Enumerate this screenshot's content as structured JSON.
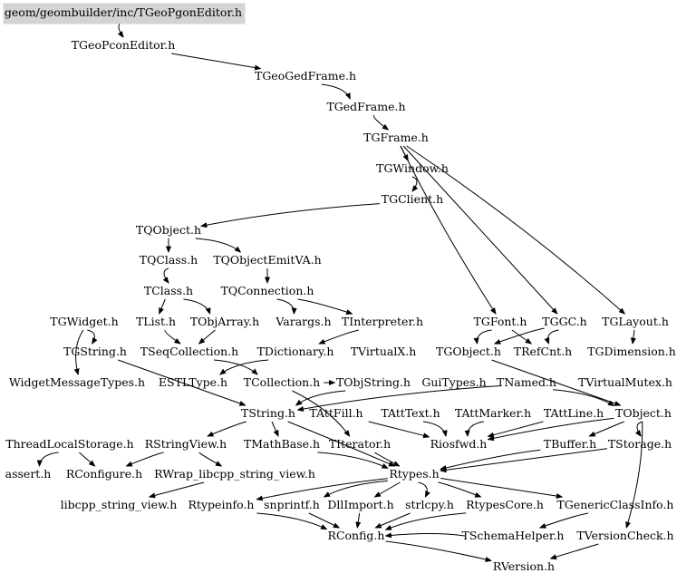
{
  "root_file": "geom/geombuilder/inc/TGeoPgonEditor.h",
  "nodes": {
    "root": "geom/geombuilder/inc/TGeoPgonEditor.h",
    "TGeoPconEditor": "TGeoPconEditor.h",
    "TGeoGedFrame": "TGeoGedFrame.h",
    "TGedFrame": "TGedFrame.h",
    "TGFrame": "TGFrame.h",
    "TGWindow": "TGWindow.h",
    "TGClient": "TGClient.h",
    "TQObject": "TQObject.h",
    "TQClass": "TQClass.h",
    "TQObjectEmitVA": "TQObjectEmitVA.h",
    "TClass": "TClass.h",
    "TQConnection": "TQConnection.h",
    "TGWidget": "TGWidget.h",
    "TList": "TList.h",
    "TObjArray": "TObjArray.h",
    "Varargs": "Varargs.h",
    "TInterpreter": "TInterpreter.h",
    "TGFont": "TGFont.h",
    "TGGC": "TGGC.h",
    "TGLayout": "TGLayout.h",
    "TGString": "TGString.h",
    "TSeqCollection": "TSeqCollection.h",
    "TDictionary": "TDictionary.h",
    "TVirtualX": "TVirtualX.h",
    "TGObject": "TGObject.h",
    "TRefCnt": "TRefCnt.h",
    "TGDimension": "TGDimension.h",
    "WidgetMessageTypes": "WidgetMessageTypes.h",
    "ESTLType": "ESTLType.h",
    "TCollection": "TCollection.h",
    "TObjString": "TObjString.h",
    "GuiTypes": "GuiTypes.h",
    "TNamed": "TNamed.h",
    "TVirtualMutex": "TVirtualMutex.h",
    "TString": "TString.h",
    "TAttFill": "TAttFill.h",
    "TAttText": "TAttText.h",
    "TAttMarker": "TAttMarker.h",
    "TAttLine": "TAttLine.h",
    "TObject": "TObject.h",
    "ThreadLocalStorage": "ThreadLocalStorage.h",
    "RStringView": "RStringView.h",
    "TMathBase": "TMathBase.h",
    "TIterator": "TIterator.h",
    "Riosfwd": "Riosfwd.h",
    "TBuffer": "TBuffer.h",
    "TStorage": "TStorage.h",
    "assert": "assert.h",
    "RConfigure": "RConfigure.h",
    "RWrap_libcpp_string_view": "RWrap_libcpp_string_view.h",
    "Rtypes": "Rtypes.h",
    "libcpp_string_view": "libcpp_string_view.h",
    "Rtypeinfo": "Rtypeinfo.h",
    "snprintf": "snprintf.h",
    "DllImport": "DllImport.h",
    "strlcpy": "strlcpy.h",
    "RtypesCore": "RtypesCore.h",
    "TGenericClassInfo": "TGenericClassInfo.h",
    "RConfig": "RConfig.h",
    "TSchemaHelper": "TSchemaHelper.h",
    "TVersionCheck": "TVersionCheck.h",
    "RVersion": "RVersion.h"
  },
  "edges": [
    [
      "root",
      "TGeoPconEditor"
    ],
    [
      "TGeoPconEditor",
      "TGeoGedFrame"
    ],
    [
      "TGeoGedFrame",
      "TGedFrame"
    ],
    [
      "TGedFrame",
      "TGFrame"
    ],
    [
      "TGFrame",
      "TGWindow"
    ],
    [
      "TGWindow",
      "TGClient"
    ],
    [
      "TGClient",
      "TQObject"
    ],
    [
      "TQObject",
      "TQClass"
    ],
    [
      "TQObject",
      "TQObjectEmitVA"
    ],
    [
      "TQClass",
      "TClass"
    ],
    [
      "TQObjectEmitVA",
      "TQConnection"
    ],
    [
      "TQConnection",
      "Varargs"
    ],
    [
      "TQConnection",
      "TInterpreter"
    ],
    [
      "TClass",
      "TList"
    ],
    [
      "TClass",
      "TObjArray"
    ],
    [
      "TList",
      "TSeqCollection"
    ],
    [
      "TObjArray",
      "TSeqCollection"
    ],
    [
      "TInterpreter",
      "TDictionary"
    ],
    [
      "TGFrame",
      "TGFont"
    ],
    [
      "TGFrame",
      "TGGC"
    ],
    [
      "TGFrame",
      "TGLayout"
    ],
    [
      "TGFont",
      "TGObject"
    ],
    [
      "TGFont",
      "TRefCnt"
    ],
    [
      "TGGC",
      "TGObject"
    ],
    [
      "TGGC",
      "TRefCnt"
    ],
    [
      "TGLayout",
      "TGDimension"
    ],
    [
      "TGWidget",
      "TGString"
    ],
    [
      "TGWidget",
      "WidgetMessageTypes"
    ],
    [
      "TGString",
      "TString"
    ],
    [
      "TSeqCollection",
      "TCollection"
    ],
    [
      "TDictionary",
      "ESTLType"
    ],
    [
      "TCollection",
      "TObjString"
    ],
    [
      "TCollection",
      "TIterator"
    ],
    [
      "TObjString",
      "TString"
    ],
    [
      "TGObject",
      "TObject"
    ],
    [
      "TNamed",
      "TObject"
    ],
    [
      "TNamed",
      "TString"
    ],
    [
      "TString",
      "TMathBase"
    ],
    [
      "TString",
      "RStringView"
    ],
    [
      "TString",
      "Rtypes"
    ],
    [
      "TAttFill",
      "Riosfwd"
    ],
    [
      "TAttText",
      "Riosfwd"
    ],
    [
      "TAttMarker",
      "Riosfwd"
    ],
    [
      "TAttLine",
      "Riosfwd"
    ],
    [
      "TObject",
      "Riosfwd"
    ],
    [
      "TObject",
      "TStorage"
    ],
    [
      "TObject",
      "TBuffer"
    ],
    [
      "TObject",
      "TVersionCheck"
    ],
    [
      "ThreadLocalStorage",
      "assert"
    ],
    [
      "ThreadLocalStorage",
      "RConfigure"
    ],
    [
      "RStringView",
      "RConfigure"
    ],
    [
      "RStringView",
      "RWrap_libcpp_string_view"
    ],
    [
      "RWrap_libcpp_string_view",
      "libcpp_string_view"
    ],
    [
      "Rtypes",
      "Rtypeinfo"
    ],
    [
      "Rtypes",
      "snprintf"
    ],
    [
      "Rtypes",
      "DllImport"
    ],
    [
      "Rtypes",
      "strlcpy"
    ],
    [
      "Rtypes",
      "RtypesCore"
    ],
    [
      "Rtypes",
      "TGenericClassInfo"
    ],
    [
      "TGenericClassInfo",
      "TSchemaHelper"
    ],
    [
      "RtypesCore",
      "RConfig"
    ],
    [
      "DllImport",
      "RConfig"
    ],
    [
      "Rtypeinfo",
      "RConfig"
    ],
    [
      "snprintf",
      "RConfig"
    ],
    [
      "strlcpy",
      "RConfig"
    ],
    [
      "TSchemaHelper",
      "RConfig"
    ],
    [
      "RConfig",
      "RVersion"
    ],
    [
      "TVersionCheck",
      "RVersion"
    ],
    [
      "TMathBase",
      "Rtypes"
    ],
    [
      "TIterator",
      "Rtypes"
    ],
    [
      "TStorage",
      "Rtypes"
    ],
    [
      "TBuffer",
      "Rtypes"
    ]
  ]
}
